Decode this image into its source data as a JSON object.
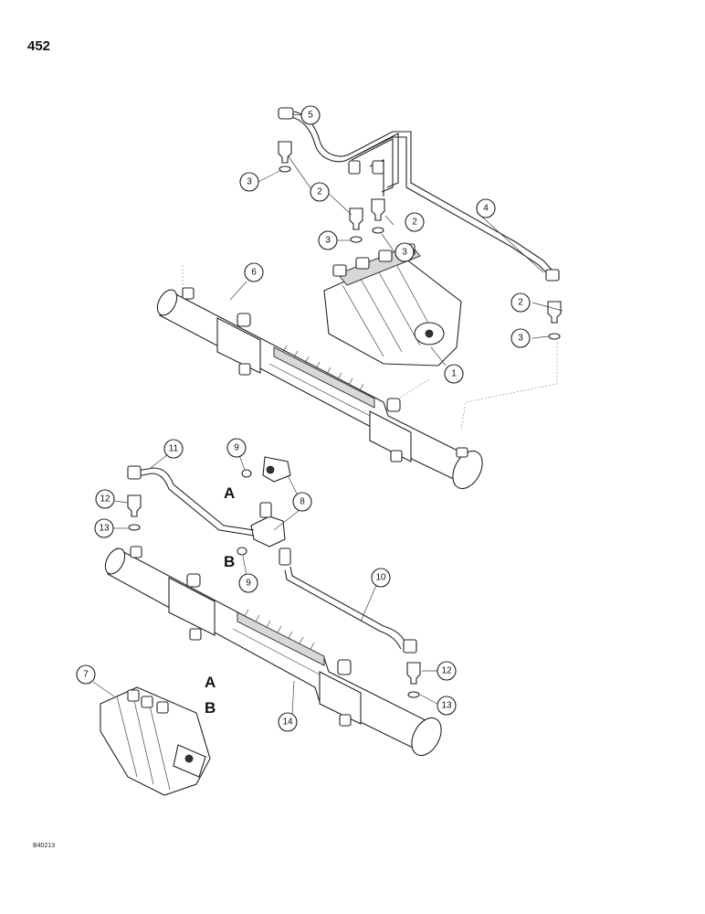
{
  "page_number": "452",
  "figure_code": "B40213",
  "callouts": [
    "1",
    "2",
    "3",
    "4",
    "5",
    "6",
    "7",
    "8",
    "9",
    "10",
    "11",
    "12",
    "13",
    "14"
  ],
  "port_labels": [
    "A",
    "B"
  ]
}
